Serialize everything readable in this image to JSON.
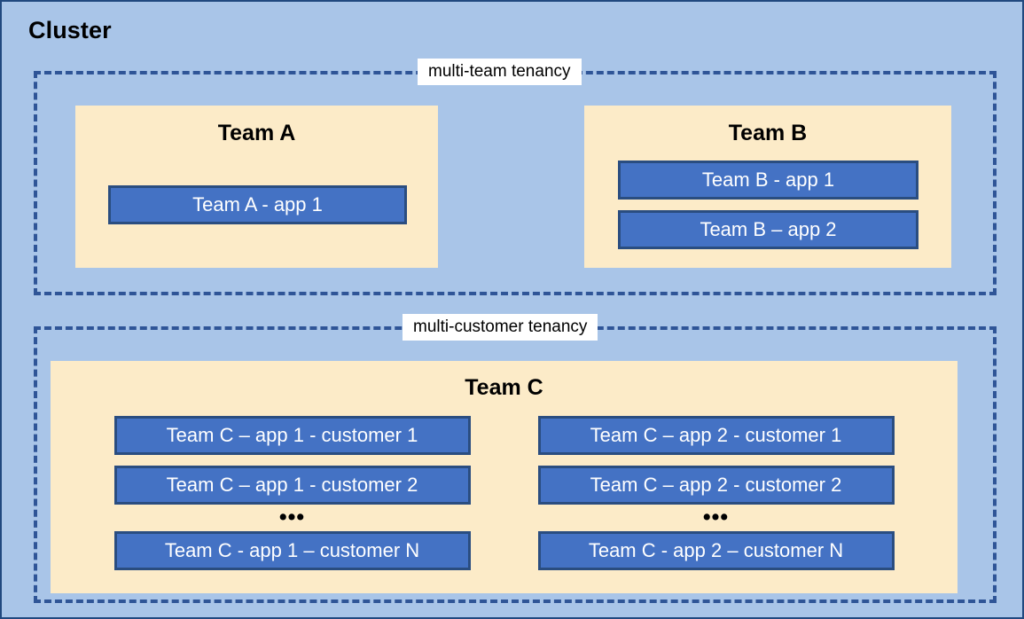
{
  "cluster": {
    "title": "Cluster",
    "background_color": "#a9c5e8",
    "border_color": "#21497f"
  },
  "zones": [
    {
      "id": "multi-team",
      "label": "multi-team tenancy",
      "border_color": "#2f5597",
      "border_style": "dashed"
    },
    {
      "id": "multi-customer",
      "label": "multi-customer tenancy",
      "border_color": "#2f5597",
      "border_style": "dashed"
    }
  ],
  "teams": {
    "team_a": {
      "title": "Team A",
      "box_color": "#fcebc8",
      "apps": [
        {
          "label": "Team A - app 1"
        }
      ]
    },
    "team_b": {
      "title": "Team B",
      "box_color": "#fcebc8",
      "apps": [
        {
          "label": "Team B - app 1"
        },
        {
          "label": "Team B – app 2"
        }
      ]
    },
    "team_c": {
      "title": "Team C",
      "box_color": "#fcebc8",
      "columns": [
        {
          "id": "app-1",
          "apps": [
            {
              "label": "Team C – app 1 - customer 1"
            },
            {
              "label": "Team C – app 1 - customer 2"
            }
          ],
          "ellipsis": "•••",
          "last_app": {
            "label": "Team C - app 1 – customer N"
          }
        },
        {
          "id": "app-2",
          "apps": [
            {
              "label": "Team C – app 2 - customer 1"
            },
            {
              "label": "Team C – app 2 - customer 2"
            }
          ],
          "ellipsis": "•••",
          "last_app": {
            "label": "Team C - app 2 – customer N"
          }
        }
      ]
    }
  },
  "colors": {
    "app_fill": "#4472c4",
    "app_border": "#2a4d80",
    "app_text": "#ffffff",
    "team_box": "#fcebc8",
    "cluster_bg": "#a9c5e8",
    "dash_border": "#2f5597",
    "label_bg": "#ffffff"
  }
}
